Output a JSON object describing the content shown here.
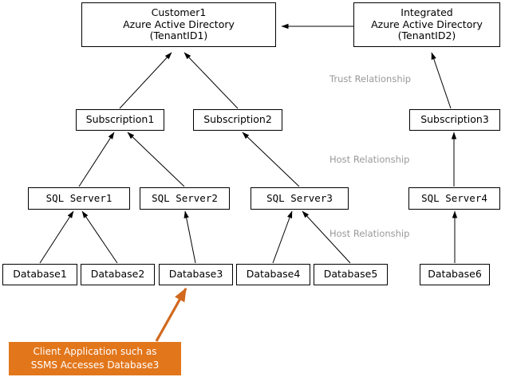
{
  "diagram": {
    "title": "Azure Active Directory / Subscription / SQL Server / Database hierarchy",
    "colors": {
      "node_border": "#000000",
      "node_fill": "#ffffff",
      "text": "#000000",
      "edge_label": "#999999",
      "callout_fill": "#e2761b",
      "callout_text": "#ffffff",
      "callout_arrow": "#d2691e"
    },
    "nodes": {
      "customer_aad": {
        "line1": "Customer1",
        "line2": "Azure Active Directory",
        "line3": "(TenantID1)"
      },
      "integrated_aad": {
        "line1": "Integrated",
        "line2": "Azure Active Directory",
        "line3": "(TenantID2)"
      },
      "subscription1": {
        "label": "Subscription1"
      },
      "subscription2": {
        "label": "Subscription2"
      },
      "subscription3": {
        "label": "Subscription3"
      },
      "sqlserver1": {
        "label": "SQL Server1"
      },
      "sqlserver2": {
        "label": "SQL Server2"
      },
      "sqlserver3": {
        "label": "SQL Server3"
      },
      "sqlserver4": {
        "label": "SQL Server4"
      },
      "database1": {
        "label": "Database1"
      },
      "database2": {
        "label": "Database2"
      },
      "database3": {
        "label": "Database3"
      },
      "database4": {
        "label": "Database4"
      },
      "database5": {
        "label": "Database5"
      },
      "database6": {
        "label": "Database6"
      }
    },
    "edge_labels": {
      "trust": "Trust Relationship",
      "host_upper": "Host Relationship",
      "host_lower": "Host Relationship"
    },
    "callout": {
      "line1": "Client Application such as",
      "line2": "SSMS Accesses Database3"
    }
  }
}
